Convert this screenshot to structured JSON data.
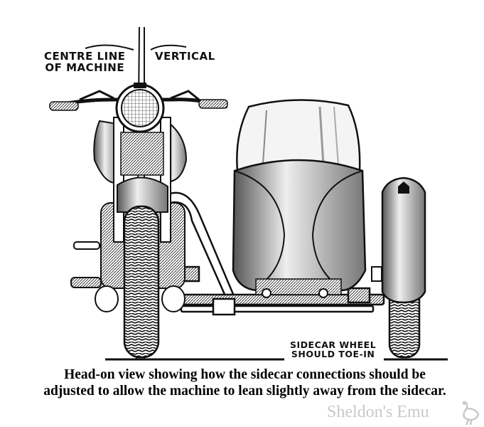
{
  "labels": {
    "centre_line": "CENTRE LINE",
    "of_machine": "OF MACHINE",
    "vertical": "VERTICAL",
    "sidecar_wheel": "SIDECAR WHEEL",
    "should_toe_in": "SHOULD TOE-IN"
  },
  "caption": {
    "line1": "Head-on view showing how the sidecar connections should be",
    "line2": "adjusted to allow the machine to lean slightly away from the sidecar."
  },
  "watermark": {
    "text": "Sheldon's Emu",
    "color": "#c9c9c9"
  },
  "colors": {
    "ink": "#111111",
    "paper": "#ffffff"
  }
}
